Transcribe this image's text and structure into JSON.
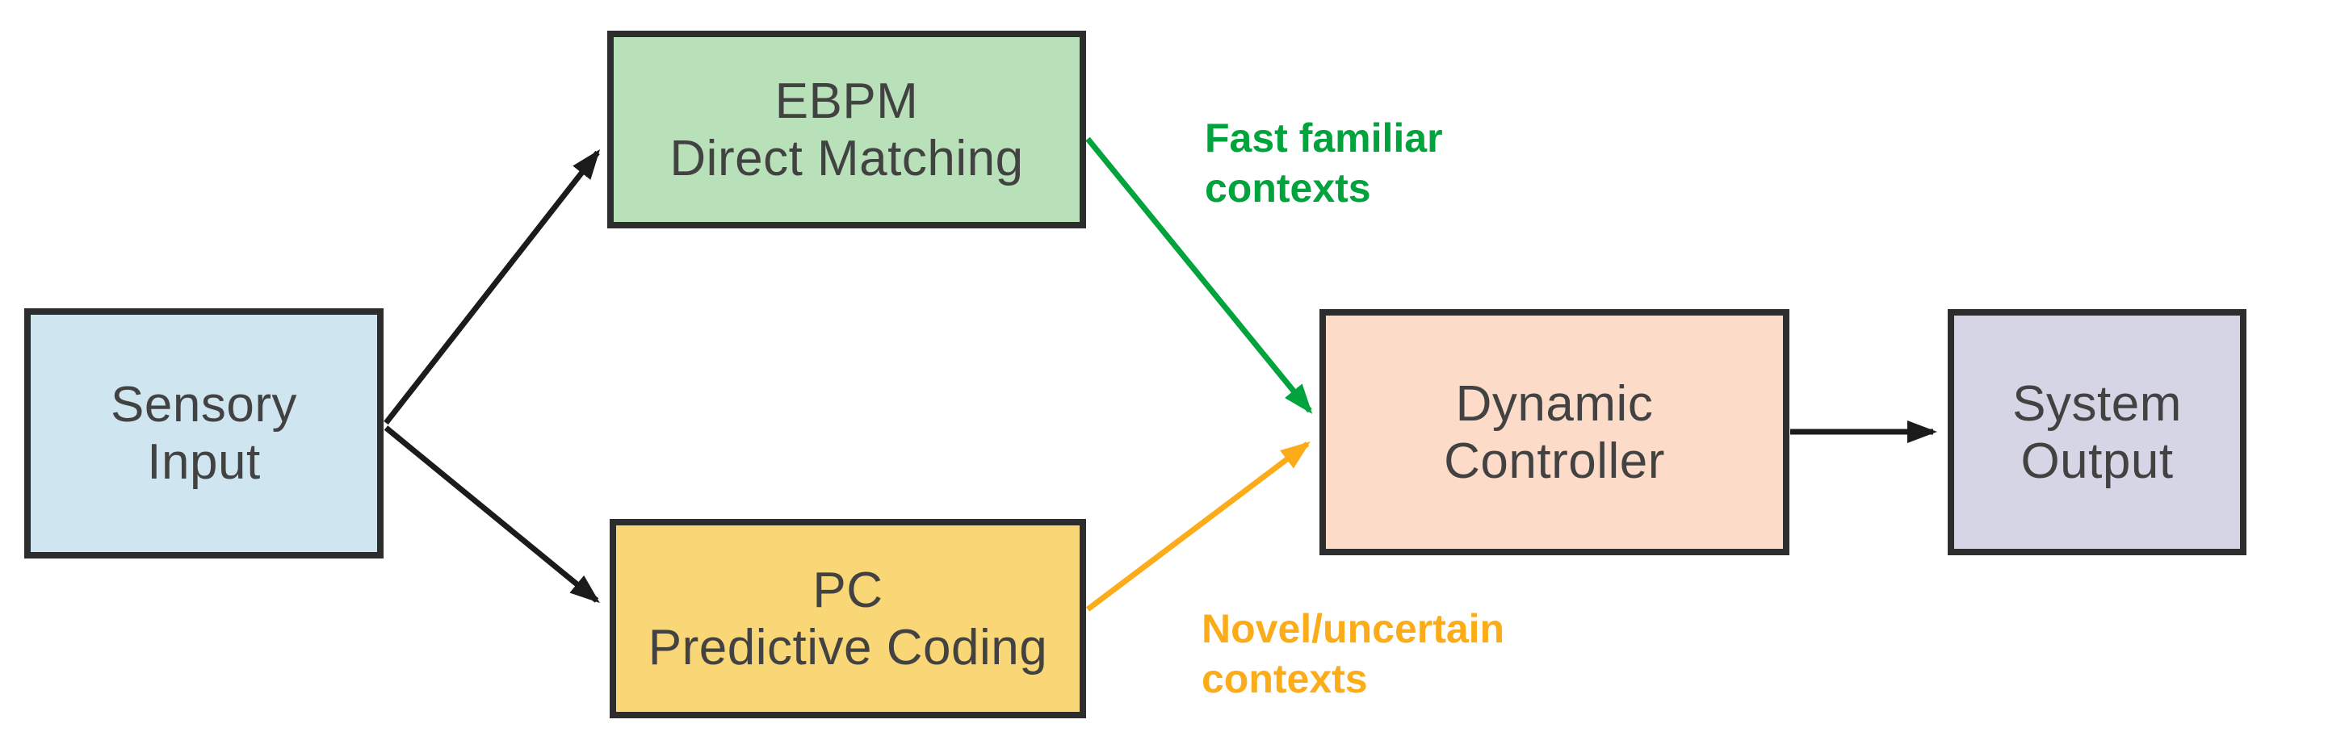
{
  "diagram": {
    "background": "#ffffff",
    "node_border_color": "#2d2d2d",
    "node_text_color": "#424242",
    "nodes": {
      "sensory": {
        "line1": "Sensory",
        "line2": "Input",
        "fill": "#cfe5f0"
      },
      "ebpm": {
        "line1": "EBPM",
        "line2": "Direct Matching",
        "fill": "#b8e1b9"
      },
      "pc": {
        "line1": "PC",
        "line2": "Predictive Coding",
        "fill": "#f9d776"
      },
      "controller": {
        "line1": "Dynamic",
        "line2": "Controller",
        "fill": "#fcdcc8"
      },
      "output": {
        "line1": "System",
        "line2": "Output",
        "fill": "#d5d5e6"
      }
    },
    "edges": {
      "input_to_ebpm": {
        "color": "#1b1b1b"
      },
      "input_to_pc": {
        "color": "#1b1b1b"
      },
      "ebpm_to_controller": {
        "color": "#00a33c"
      },
      "pc_to_controller": {
        "color": "#fbac18"
      },
      "controller_to_output": {
        "color": "#1b1b1b"
      }
    },
    "edge_labels": {
      "fast": {
        "line1": "Fast familiar",
        "line2": "contexts",
        "color": "#00a33c"
      },
      "novel": {
        "line1": "Novel/uncertain",
        "line2": "contexts",
        "color": "#fbac18"
      }
    }
  }
}
